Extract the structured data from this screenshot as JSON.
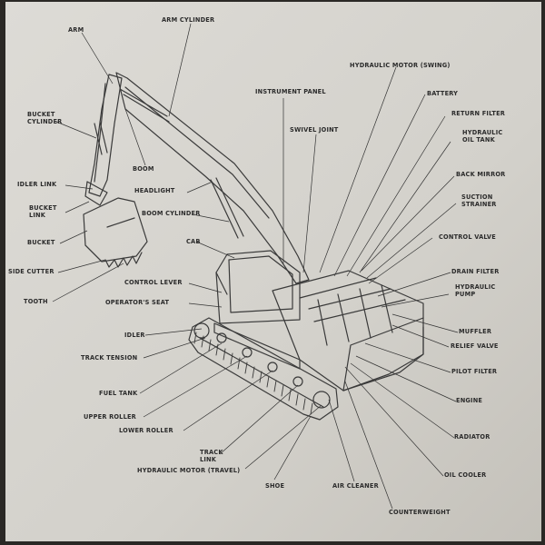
{
  "diagram": {
    "colors": {
      "paper": "#d6d4cf",
      "ink": "#2b2b2b",
      "line": "#3a3a3a",
      "backdrop": "#2a2825"
    },
    "labels": {
      "arm": "ARM",
      "arm_cylinder": "ARM CYLINDER",
      "bucket_cylinder": "BUCKET\nCYLINDER",
      "idler_link": "IDLER LINK",
      "bucket_link": "BUCKET\nLINK",
      "bucket": "BUCKET",
      "side_cutter": "SIDE CUTTER",
      "tooth": "TOOTH",
      "boom": "BOOM",
      "headlight": "HEADLIGHT",
      "boom_cylinder": "BOOM CYLINDER",
      "cab": "CAB",
      "control_lever": "CONTROL LEVER",
      "operators_seat": "OPERATOR'S SEAT",
      "idler": "IDLER",
      "track_tension": "TRACK TENSION",
      "fuel_tank": "FUEL TANK",
      "upper_roller": "UPPER ROLLER",
      "lower_roller": "LOWER ROLLER",
      "track_link": "TRACK\nLINK",
      "hydraulic_motor_travel": "HYDRAULIC MOTOR (TRAVEL)",
      "shoe": "SHOE",
      "air_cleaner": "AIR CLEANER",
      "counterweight": "COUNTERWEIGHT",
      "hydraulic_motor_swing": "HYDRAULIC MOTOR (SWING)",
      "instrument_panel": "INSTRUMENT PANEL",
      "swivel_joint": "SWIVEL JOINT",
      "battery": "BATTERY",
      "return_filter": "RETURN FILTER",
      "hydraulic_oil_tank": "HYDRAULIC\nOIL TANK",
      "back_mirror": "BACK MIRROR",
      "suction_strainer": "SUCTION\nSTRAINER",
      "control_valve": "CONTROL VALVE",
      "drain_filter": "DRAIN FILTER",
      "hydraulic_pump": "HYDRAULIC\nPUMP",
      "muffler": "MUFFLER",
      "relief_valve": "RELIEF VALVE",
      "pilot_filter": "PILOT FILTER",
      "engine": "ENGINE",
      "radiator": "RADIATOR",
      "oil_cooler": "OIL COOLER"
    }
  }
}
